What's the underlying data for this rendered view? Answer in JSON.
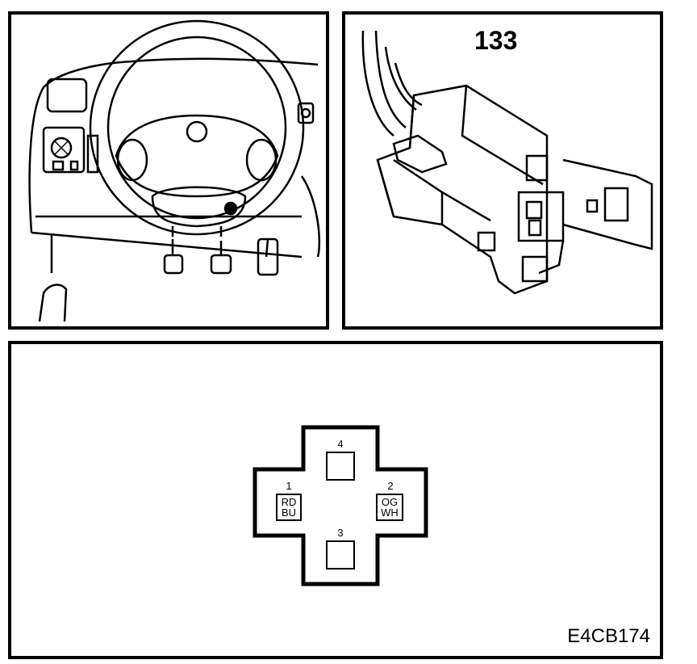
{
  "connector": {
    "id": "133",
    "reference_code": "E4CB174",
    "pins": [
      {
        "number": "1",
        "wires": [
          "RD",
          "BU"
        ]
      },
      {
        "number": "2",
        "wires": [
          "OG",
          "WH"
        ]
      },
      {
        "number": "3",
        "wires": []
      },
      {
        "number": "4",
        "wires": []
      }
    ]
  }
}
